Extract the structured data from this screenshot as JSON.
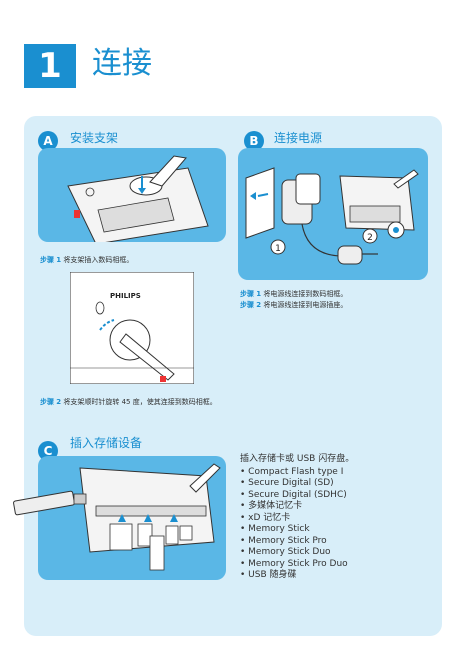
{
  "chapter": {
    "number": "1",
    "title": "连接"
  },
  "section_a": {
    "badge": "A",
    "title": "安装支架",
    "step1_label": "步骤",
    "step1_num": "1",
    "step1_text": "将支架插入数码相框。",
    "brand": "PHILIPS",
    "step2_label": "步骤",
    "step2_num": "2",
    "step2_text": "将支架顺时针旋转 45 度，使其连接到数码相框。"
  },
  "section_b": {
    "badge": "B",
    "title": "连接电源",
    "callout1": "1",
    "callout2": "2",
    "step1_label": "步骤",
    "step1_num": "1",
    "step1_text": "将电源线连接到数码相框。",
    "step2_label": "步骤",
    "step2_num": "2",
    "step2_text": "将电源线连接到电源插座。"
  },
  "section_c": {
    "badge": "C",
    "title": "插入存储设备",
    "intro": "插入存储卡或 USB 闪存盘。",
    "items": [
      "Compact Flash type I",
      "Secure Digital (SD)",
      "Secure Digital (SDHC)",
      "多媒体记忆卡",
      "xD 记忆卡",
      "Memory Stick",
      "Memory Stick Pro",
      "Memory Stick Duo",
      "Memory Stick Pro Duo",
      "USB 随身碟"
    ]
  },
  "colors": {
    "accent": "#1a8fd0",
    "panel": "#5ab7e6",
    "background": "#d8eef9"
  }
}
